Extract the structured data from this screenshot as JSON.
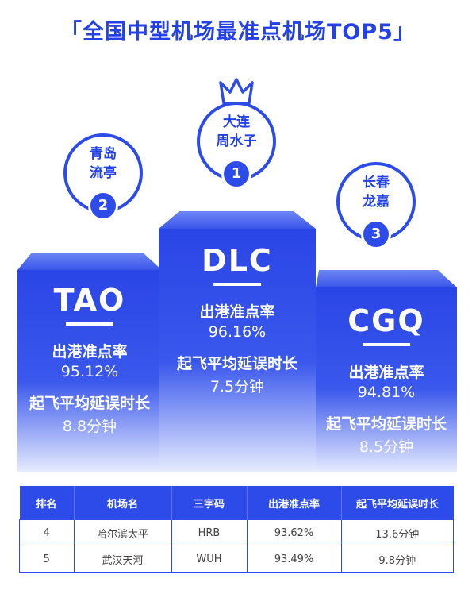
{
  "title": "「全国中型机场最准点机场TOP5」",
  "podium": [
    {
      "rank": "1",
      "name_line1": "大连",
      "name_line2": "周水子",
      "code": "DLC",
      "ontime_label": "出港准点率",
      "ontime_value": "96.16%",
      "delay_label": "起飞平均延误时长",
      "delay_value": "7.5分钟"
    },
    {
      "rank": "2",
      "name_line1": "青岛",
      "name_line2": "流亭",
      "code": "TAO",
      "ontime_label": "出港准点率",
      "ontime_value": "95.12%",
      "delay_label": "起飞平均延误时长",
      "delay_value": "8.8分钟"
    },
    {
      "rank": "3",
      "name_line1": "长春",
      "name_line2": "龙嘉",
      "code": "CGQ",
      "ontime_label": "出港准点率",
      "ontime_value": "94.81%",
      "delay_label": "起飞平均延误时长",
      "delay_value": "8.5分钟"
    }
  ],
  "chart_data": {
    "type": "table",
    "title": "「全国中型机场最准点机场TOP5」",
    "columns": [
      "排名",
      "机场名",
      "三字码",
      "出港准点率",
      "起飞平均延误时长"
    ],
    "rows": [
      [
        "1",
        "大连周水子",
        "DLC",
        "96.16%",
        "7.5分钟"
      ],
      [
        "2",
        "青岛流亭",
        "TAO",
        "95.12%",
        "8.8分钟"
      ],
      [
        "3",
        "长春龙嘉",
        "CGQ",
        "94.81%",
        "8.5分钟"
      ],
      [
        "4",
        "哈尔滨太平",
        "HRB",
        "93.62%",
        "13.6分钟"
      ],
      [
        "5",
        "武汉天河",
        "WUH",
        "93.49%",
        "9.8分钟"
      ]
    ]
  },
  "table": {
    "headers": [
      "排名",
      "机场名",
      "三字码",
      "出港准点率",
      "起飞平均延误时长"
    ],
    "rows": [
      [
        "4",
        "哈尔滨太平",
        "HRB",
        "93.62%",
        "13.6分钟"
      ],
      [
        "5",
        "武汉天河",
        "WUH",
        "93.49%",
        "9.8分钟"
      ]
    ]
  },
  "colors": {
    "primary": "#2d4be8",
    "title": "#2341e6",
    "block_dark": "#2a45e6",
    "block_light": "#e8edff"
  }
}
